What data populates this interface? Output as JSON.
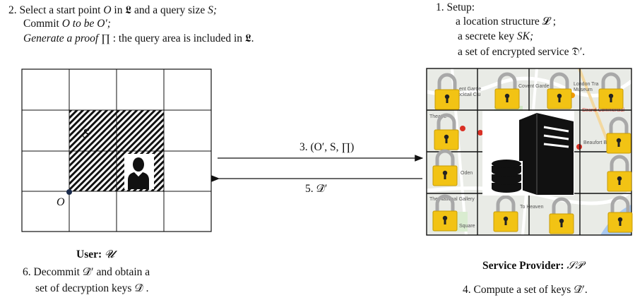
{
  "step2": {
    "line1_prefix": "2.  Select a start point",
    "line1_O": "O",
    "line1_in": "in",
    "line1_L": "𝕷",
    "line1_and": "and a query size",
    "line1_S": "S;",
    "line2_prefix": "Commit",
    "line2_O": "O",
    "line2_mid": "to be",
    "line2_Oprime": "O′;",
    "line3_a": "Generate a proof",
    "line3_pi": "∏",
    "line3_b": ": the query area is included in",
    "line3_L": "𝕷."
  },
  "step1": {
    "title": "1.  Setup:",
    "item1": "a location structure 𝓛 ;",
    "item2_a": "a secrete key",
    "item2_b": "SK;",
    "item3": "a set of encrypted service 𝔇′."
  },
  "grid": {
    "region_label": "S",
    "origin_label": "O"
  },
  "arrows": {
    "step3": "3. (O′, S, ∏)",
    "step5": "5.  𝒟̂′"
  },
  "user": {
    "label": "User:",
    "symbol": "𝓤",
    "step6_line1": "6. Decommit  𝒟̂′  and obtain a",
    "step6_line2": "set of decryption keys  𝒟̂ ."
  },
  "provider": {
    "label": "Service Provider:",
    "symbol": "𝒮𝒫",
    "step4": "4. Compute a set of keys  𝒟̂′."
  },
  "map_labels": [
    "ent Garde",
    "ocktail Ciu",
    "Covent Garde",
    "London Tra",
    "Museum",
    "Theatre",
    "Beaufort B",
    "Oden",
    "The National Gallery",
    "To Heaven",
    "Square",
    "Strand Commercial"
  ],
  "colors": {
    "lock_body": "#f2c314",
    "lock_shackle": "#a8a8a8",
    "map_bg": "#e9ebe6",
    "server": "#111111",
    "hatch": "#111111"
  }
}
